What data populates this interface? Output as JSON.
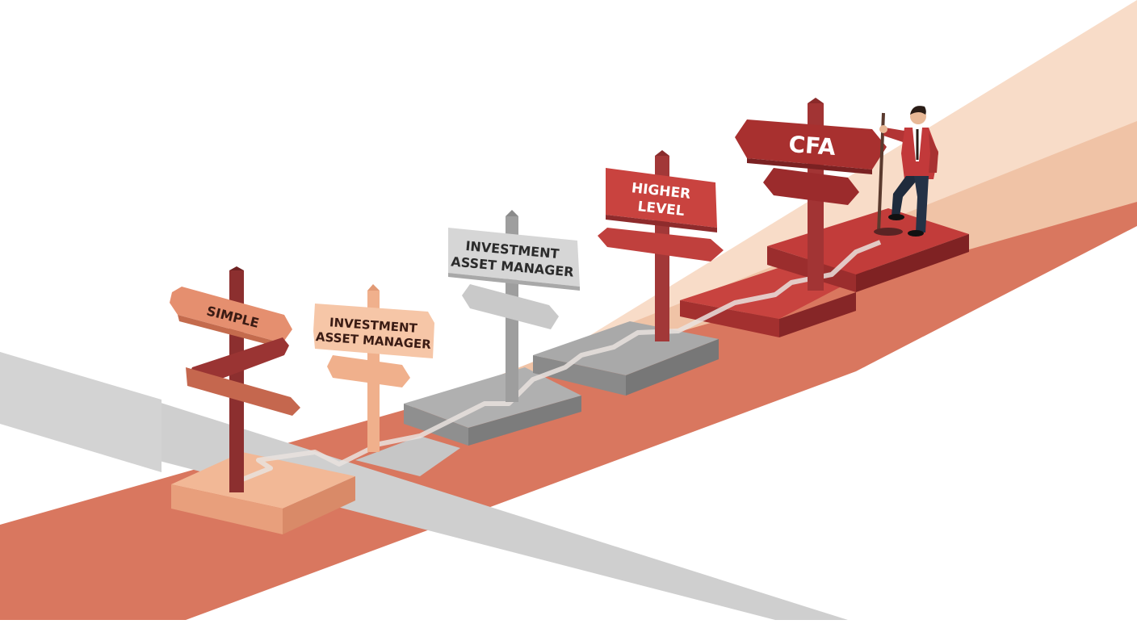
{
  "scene": {
    "signposts": [
      {
        "id": "simple",
        "sign_text": "SIMPLE"
      },
      {
        "id": "investment-1",
        "line1": "INVESTMENT",
        "line2": "ASSET MANAGER"
      },
      {
        "id": "investment-2",
        "line1": "INVESTMENT",
        "line2": "ASSET MANAGER"
      },
      {
        "id": "higher-level",
        "line1": "HIGHER",
        "line2": "LEVEL"
      },
      {
        "id": "cfa",
        "sign_text": "CFA"
      }
    ],
    "colors": {
      "gray_road": "#cfcfcf",
      "terracotta_road": "#d9775f",
      "peach": "#f0b18f",
      "light_peach": "#f6d3bd",
      "stone_gray": "#a6a6a6",
      "crimson": "#b23d3b",
      "dark_crimson": "#8e2b2c",
      "post_red": "#8c2f2f"
    }
  }
}
